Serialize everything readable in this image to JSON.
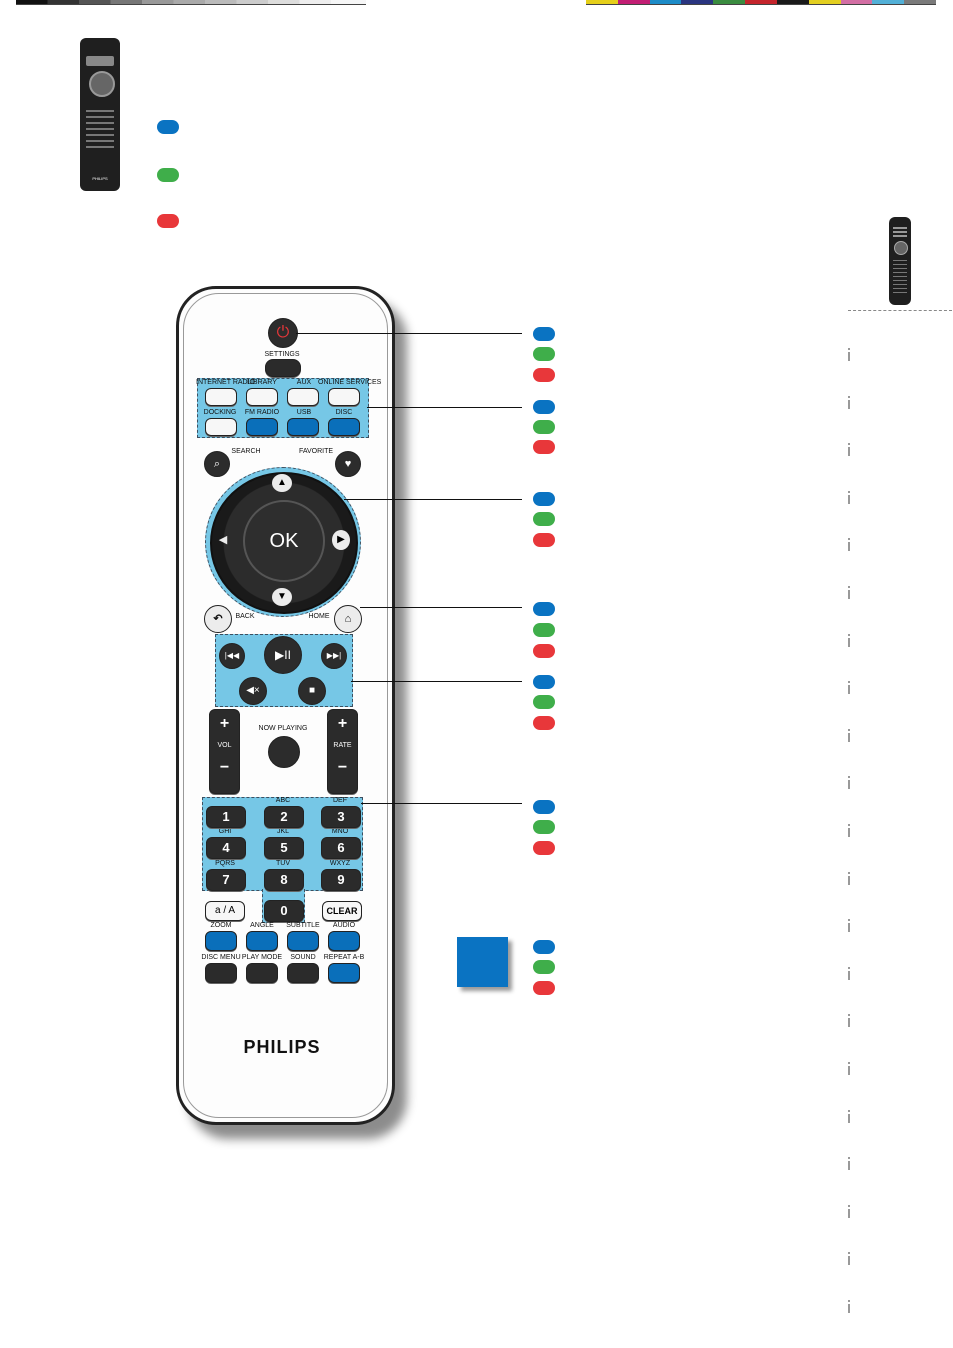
{
  "colors": {
    "blue": "#0a73c2",
    "green": "#3fae4a",
    "red": "#e8373a",
    "zone": "#76c7e6"
  },
  "color_bars": [
    "#e5cf1a",
    "#c21e74",
    "#1d8cc8",
    "#2a3580",
    "#3a8c40",
    "#c4252c",
    "#1a1a1a",
    "#e3cf20",
    "#d36fa4",
    "#52b0d7",
    "#7a7a7a"
  ],
  "remote": {
    "brand": "PHILIPS",
    "small_brand": "PHILIPS",
    "labels": {
      "settings": "SETTINGS",
      "internet_radio": "INTERNET RADIO",
      "library": "LIBRARY",
      "aux": "AUX",
      "online_services": "ONLINE SERVICES",
      "docking": "DOCKING",
      "fm_radio": "FM RADIO",
      "usb": "USB",
      "disc": "DISC",
      "search": "SEARCH",
      "favorite": "FAVORITE",
      "ok": "OK",
      "back": "BACK",
      "home": "HOME",
      "now_playing": "NOW PLAYING",
      "vol": "VOL",
      "rate": "RATE",
      "plus": "+",
      "minus": "−",
      "abc": "ABC",
      "def": "DEF",
      "ghi": "GHI",
      "jkl": "JKL",
      "mno": "MNO",
      "pqrs": "PQRS",
      "tuv": "TUV",
      "wxyz": "WXYZ",
      "d1": "1",
      "d2": "2",
      "d3": "3",
      "d4": "4",
      "d5": "5",
      "d6": "6",
      "d7": "7",
      "d8": "8",
      "d9": "9",
      "d0": "0",
      "case": "a / A",
      "clear": "CLEAR",
      "zoom": "ZOOM",
      "angle": "ANGLE",
      "subtitle": "SUBTITLE",
      "audio": "AUDIO",
      "disc_menu": "DISC MENU",
      "play_mode": "PLAY MODE",
      "sound": "SOUND",
      "repeat_ab": "REPEAT A-B"
    }
  },
  "icons": [
    "power-icon",
    "search-icon",
    "heart-icon",
    "arrow-up-icon",
    "arrow-down-icon",
    "arrow-left-icon",
    "arrow-right-icon",
    "back-icon",
    "home-icon",
    "previous-icon",
    "play-pause-icon",
    "next-icon",
    "mute-icon",
    "stop-icon"
  ]
}
